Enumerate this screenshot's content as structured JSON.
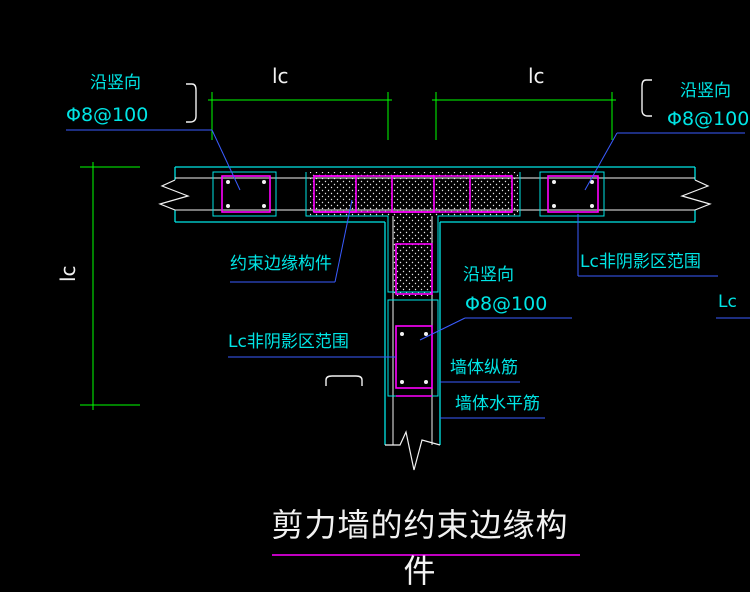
{
  "labels": {
    "lc_top_left": "lc",
    "lc_top_right": "lc",
    "lc_left_vertical": "lc",
    "along_vertical_left": "沿竖向",
    "rebar_left": "Φ8@100",
    "along_vertical_right": "沿竖向",
    "rebar_right": "Φ8@100",
    "along_vertical_mid": "沿竖向",
    "rebar_mid": "Φ8@100",
    "boundary_member": "约束边缘构件",
    "non_shadow_right": "Lc非阴影区范围",
    "non_shadow_mid": "Lc非阴影区范围",
    "right_edge_fragment": "Lc",
    "wall_vertical_bar": "墙体纵筋",
    "wall_horizontal_bar": "墙体水平筋"
  },
  "title": "剪力墙的约束边缘构件",
  "colors": {
    "background": "#000000",
    "wall_outline": "#00e5e5",
    "stirrup": "#ff00ff",
    "dimension": "#00ff00",
    "text": "#f2f2f2",
    "leader": "#3a5cff"
  }
}
